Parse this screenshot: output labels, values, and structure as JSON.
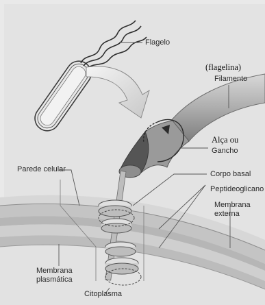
{
  "labels": {
    "flagelo": "Flagelo",
    "flagelina": "(flagelina)",
    "filamento": "Filamento",
    "alca_ou": "Alça ou",
    "gancho": "Gancho",
    "parede_celular": "Parede celular",
    "corpo_basal": "Corpo basal",
    "peptideoglicano": "Peptideoglicano",
    "membrana_externa_1": "Membrana",
    "membrana_externa_2": "externa",
    "membrana_plasmatica_1": "Membrana",
    "membrana_plasmatica_2": "plasmática",
    "citoplasma": "Citoplasma"
  },
  "colors": {
    "background": "#e6e6e6",
    "layer_outer": "#d2d2d2",
    "layer_band_dark": "#b4b4b4",
    "layer_band_mid": "#c6c6c6",
    "filament": "#a9a9a9",
    "rotation_arrow": "#2b2b2b",
    "leader_line": "#555555",
    "bacterium_outline": "#333333"
  }
}
